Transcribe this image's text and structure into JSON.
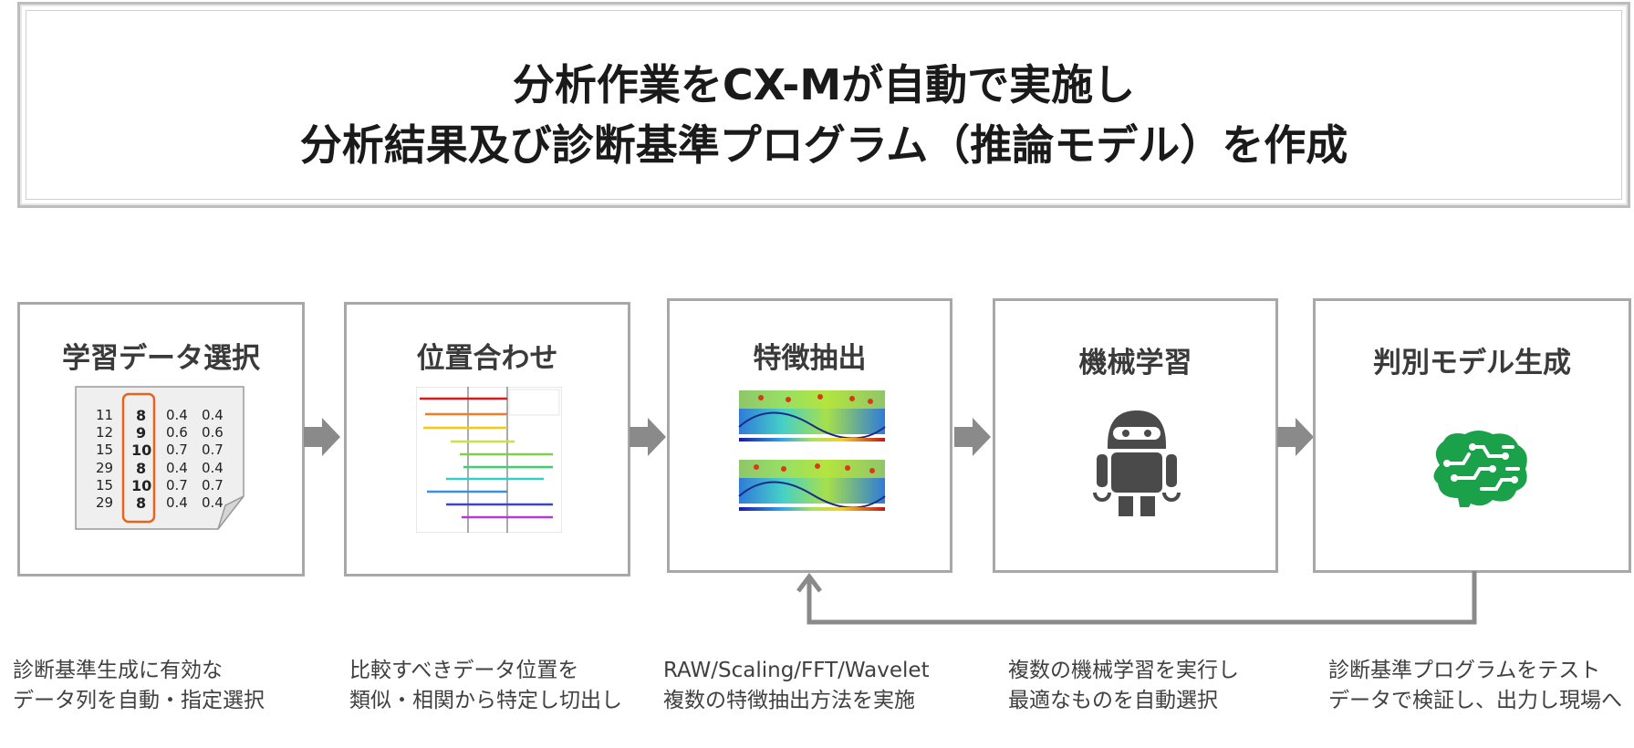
{
  "title": {
    "line1": "分析作業をCX-Mが自動で実施し",
    "line2": "分析結果及び診断基準プログラム（推論モデル）を作成"
  },
  "steps": [
    {
      "label": "学習データ選択",
      "icon": "data-table-document-icon",
      "caption_line1": "診断基準生成に有効な",
      "caption_line2": "データ列を自動・指定選択"
    },
    {
      "label": "位置合わせ",
      "icon": "aligned-waveforms-plot-icon",
      "caption_line1": "比較すべきデータ位置を",
      "caption_line2": "類似・相関から特定し切出し"
    },
    {
      "label": "特徴抽出",
      "icon": "wavelet-spectrogram-icon",
      "caption_line1": "RAW/Scaling/FFT/Wavelet",
      "caption_line2": "複数の特徴抽出方法を実施"
    },
    {
      "label": "機械学習",
      "icon": "robot-icon",
      "caption_line1": "複数の機械学習を実行し",
      "caption_line2": "最適なものを自動選択"
    },
    {
      "label": "判別モデル生成",
      "icon": "circuit-brain-icon",
      "caption_line1": "診断基準プログラムをテスト",
      "caption_line2": "データで検証し、出力し現場へ"
    }
  ],
  "data_table": {
    "rows": [
      [
        "11",
        "8",
        "0.4",
        "0.4"
      ],
      [
        "12",
        "9",
        "0.6",
        "0.6"
      ],
      [
        "15",
        "10",
        "0.7",
        "0.7"
      ],
      [
        "29",
        "8",
        "0.4",
        "0.4"
      ],
      [
        "15",
        "10",
        "0.7",
        "0.7"
      ],
      [
        "29",
        "8",
        "0.4",
        "0.4"
      ]
    ]
  },
  "colors": {
    "panel_border": "#a8a8a8",
    "arrow": "#8a8a8a",
    "highlight": "#e8631c",
    "brain": "#1aa14a",
    "robot": "#4a4a4a"
  }
}
